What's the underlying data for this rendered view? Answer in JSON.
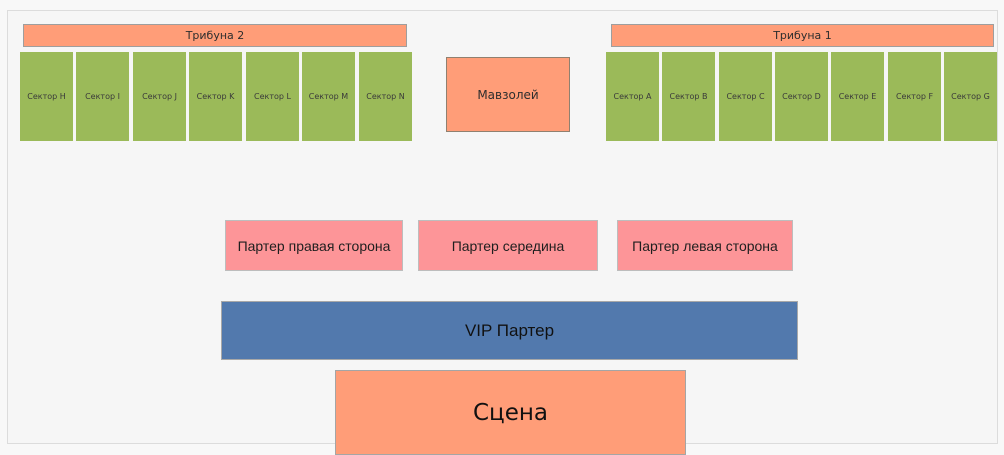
{
  "venue": {
    "tribunes": [
      {
        "name": "tribune-2",
        "label": "Трибуна 2"
      },
      {
        "name": "tribune-1",
        "label": "Трибуна 1"
      }
    ],
    "sectors_left": [
      "Сектор H",
      "Сектор I",
      "Сектор J",
      "Сектор K",
      "Сектор L",
      "Сектор M",
      "Сектор N"
    ],
    "sectors_right": [
      "Сектор A",
      "Сектор B",
      "Сектор C",
      "Сектор D",
      "Сектор E",
      "Сектор F",
      "Сектор G"
    ],
    "mausoleum_label": "Мавзолей",
    "parterre": [
      "Партер правая сторона",
      "Партер середина",
      "Партер левая сторона"
    ],
    "vip_label": "VIP Партер",
    "stage_label": "Сцена"
  },
  "colors": {
    "stand_fill": "#FF9D78",
    "sector_fill": "#9BBA59",
    "parterre_fill": "#FD9598",
    "vip_fill": "#5279AD",
    "frame_background": "#F6F6F6",
    "frame_border": "#DCDCDC"
  }
}
